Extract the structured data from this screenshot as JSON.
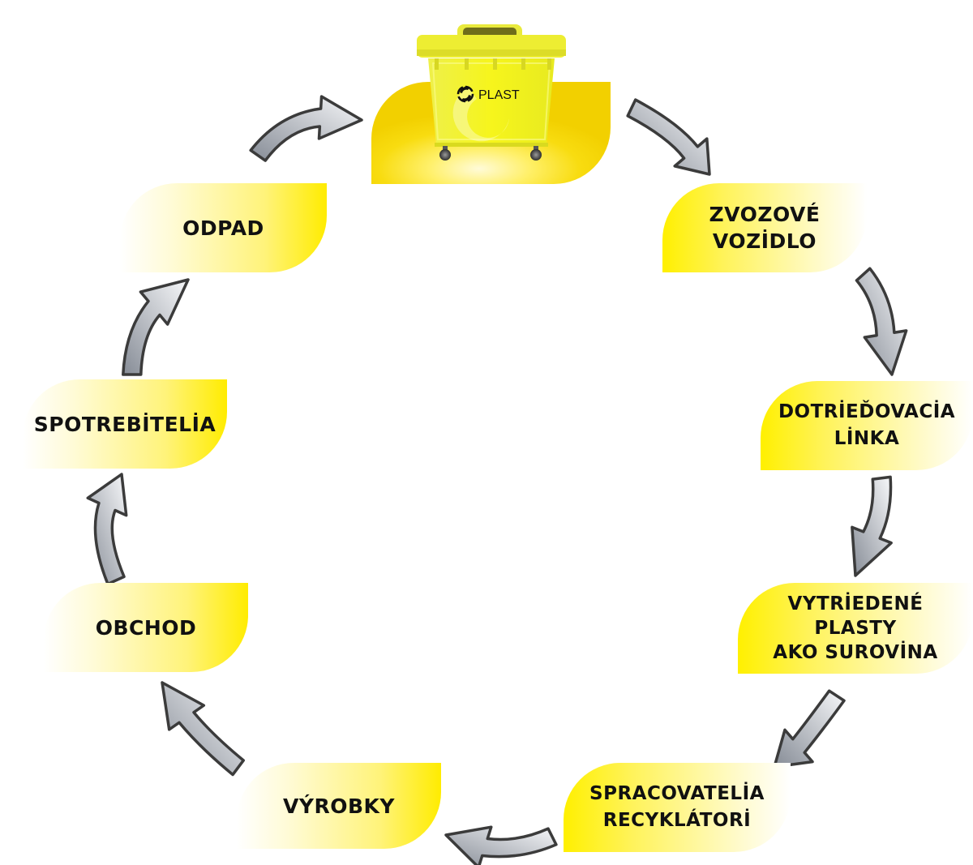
{
  "diagram": {
    "type": "cycle",
    "center_item": {
      "label": "PLAST",
      "icon": "recycle-swirl-icon",
      "object": "yellow-waste-container"
    },
    "steps": [
      {
        "id": "zvozove-vozidlo",
        "label": "ZVOZOVÉ\nVOZİDLO"
      },
      {
        "id": "dotriedovacia-linka",
        "label": "DOTRİEĎOVACİA\nLİNKA"
      },
      {
        "id": "vytriedene-plasty",
        "label": "VYTRİEDENÉ\nPLASTY\nAKO SUROVİNA"
      },
      {
        "id": "spracovatelia",
        "label": "SPRACOVATELİA\nRECYKLÁTORİ"
      },
      {
        "id": "vyrobky",
        "label": "VÝROBKY"
      },
      {
        "id": "obchod",
        "label": "OBCHOD"
      },
      {
        "id": "spotrebitelia",
        "label": "SPOTREBİTELİA"
      },
      {
        "id": "odpad",
        "label": "ODPAD"
      }
    ],
    "flow_direction": "clockwise",
    "colors": {
      "accent_yellow": "#ffec00",
      "bin_yellow": "#f5ef1a",
      "arrow_dark": "#8a8f98",
      "arrow_light": "#f4f5f7",
      "arrow_outline": "#3b3b3b",
      "text": "#111111"
    }
  }
}
